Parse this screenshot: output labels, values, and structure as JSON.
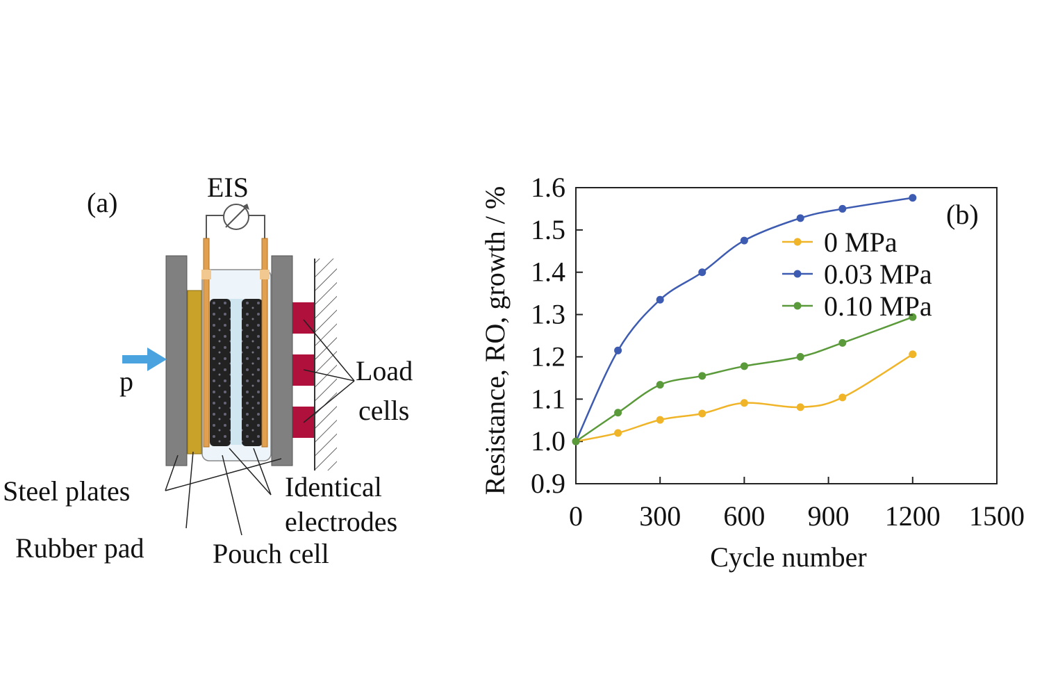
{
  "diagram": {
    "panel_label": "(a)",
    "eis_label": "EIS",
    "pressure_label": "p",
    "labels": {
      "steel_plates": "Steel plates",
      "rubber_pad": "Rubber pad",
      "pouch_cell": "Pouch cell",
      "identical_line1": "Identical",
      "identical_line2": "electrodes",
      "load_line1": "Load",
      "load_line2": "cells"
    },
    "colors": {
      "steel": "#808080",
      "rubber": "#c9a22a",
      "tab": "#e0a050",
      "load_cell": "#b0103c",
      "arrow": "#4aa3df"
    }
  },
  "chart_data": {
    "type": "line",
    "panel_label": "(b)",
    "title": "",
    "xlabel": "Cycle number",
    "ylabel": "Resistance, RO, growth / %",
    "xlim": [
      0,
      1500
    ],
    "ylim": [
      0.9,
      1.6
    ],
    "xticks": [
      "0",
      "300",
      "600",
      "900",
      "1200",
      "1500"
    ],
    "yticks": [
      "0.9",
      "1.0",
      "1.1",
      "1.2",
      "1.3",
      "1.4",
      "1.5",
      "1.6"
    ],
    "grid": false,
    "legend_position": "top-right",
    "x": [
      0,
      150,
      300,
      450,
      600,
      800,
      950,
      1200
    ],
    "series": [
      {
        "name": "0 MPa",
        "color": "#f0b429",
        "values": [
          1.0,
          1.02,
          1.051,
          1.066,
          1.091,
          1.081,
          1.104,
          1.206
        ]
      },
      {
        "name": "0.03 MPa",
        "color": "#3d5bb0",
        "values": [
          1.0,
          1.215,
          1.335,
          1.4,
          1.475,
          1.528,
          1.55,
          1.576
        ]
      },
      {
        "name": "0.10 MPa",
        "color": "#5a9a3a",
        "values": [
          1.0,
          1.068,
          1.134,
          1.155,
          1.178,
          1.2,
          1.233,
          1.294
        ]
      }
    ]
  }
}
